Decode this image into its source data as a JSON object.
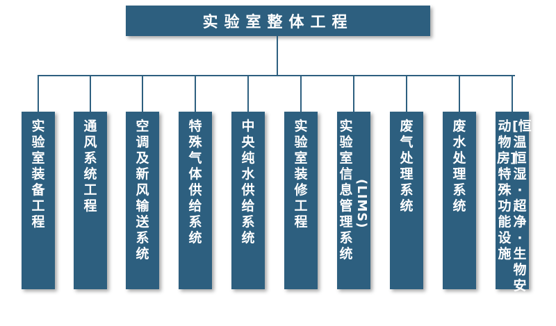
{
  "root": {
    "title": "实验室整体工程"
  },
  "branches": [
    {
      "lines": [
        "实验室装备工程"
      ]
    },
    {
      "lines": [
        "通风系统工程"
      ]
    },
    {
      "lines": [
        "空调及新风输送系统"
      ]
    },
    {
      "lines": [
        "特殊气体供给系统"
      ]
    },
    {
      "lines": [
        "中央纯水供给系统"
      ]
    },
    {
      "lines": [
        "实验室装修工程"
      ]
    },
    {
      "lines": [
        "(LIMS)",
        "实验室信息管理系统"
      ]
    },
    {
      "lines": [
        "废气处理系统"
      ]
    },
    {
      "lines": [
        "废水处理系统"
      ]
    },
    {
      "lines": [
        "[恒温恒湿·超净·生物安全·",
        "动物房]特殊功能设施"
      ]
    }
  ],
  "colors": {
    "box_fill": "#2d5f7f",
    "text": "#ffffff",
    "connector": "#2d5f7f"
  }
}
